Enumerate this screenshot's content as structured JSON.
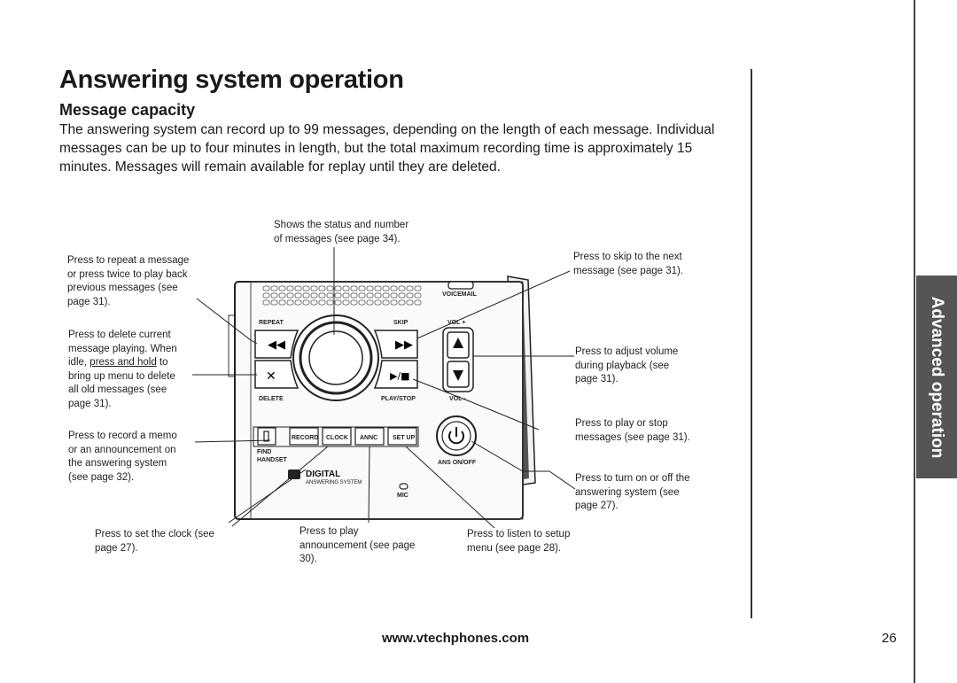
{
  "page": {
    "title": "Answering system operation",
    "subtitle": "Message capacity",
    "body": "The answering system can record up to 99 messages, depending on the length of each message. Individual messages can be up to four minutes in length, but the total maximum recording time is approximately 15 minutes. Messages will remain available for replay until they are deleted.",
    "side_tab": "Advanced operation",
    "footer_url": "www.vtechphones.com",
    "page_number": "26"
  },
  "callouts": {
    "status": [
      "Shows the status and number",
      "of messages (see page 34)."
    ],
    "repeat": [
      "Press to repeat a message",
      "or press twice to play back",
      "previous messages (see",
      "page 31)."
    ],
    "delete_pre": [
      "Press to delete current",
      "message playing. When"
    ],
    "delete_idle": "idle, ",
    "delete_press_hold": "press and hold",
    "delete_to": " to",
    "delete_post": [
      "bring up menu to delete",
      "all old messages (see",
      "page 31)."
    ],
    "memo": [
      "Press to record a memo",
      "or an announcement on",
      "the answering system",
      "(see page 32)."
    ],
    "clock": [
      "Press to set the clock (see",
      "page 27)."
    ],
    "annc": [
      "Press to play",
      "announcement (see page",
      "30)."
    ],
    "setup": [
      "Press to listen to setup",
      "menu (see page 28)."
    ],
    "skip": [
      "Press to skip to the next",
      "message (see page 31)."
    ],
    "volume": [
      "Press to adjust volume",
      "during playback (see",
      "page 31)."
    ],
    "playstop": [
      "Press to play or stop",
      "messages (see page 31)."
    ],
    "power": [
      "Press to turn on or off the",
      "answering system (see",
      "page 27)."
    ]
  },
  "device": {
    "voicemail": "VOICEMAIL",
    "repeat": "REPEAT",
    "skip": "SKIP",
    "vol_plus": "VOL +",
    "vol_minus": "VOL -",
    "delete": "DELETE",
    "play_stop": "PLAY/STOP",
    "record": "RECORD",
    "clock": "CLOCK",
    "annc": "ANNC",
    "setup": "SET UP",
    "find": "FIND",
    "handset": "HANDSET",
    "ans_onoff": "ANS ON/OFF",
    "digital": "DIGITAL",
    "answering_system": "ANSWERING SYSTEM",
    "mic": "MIC"
  }
}
